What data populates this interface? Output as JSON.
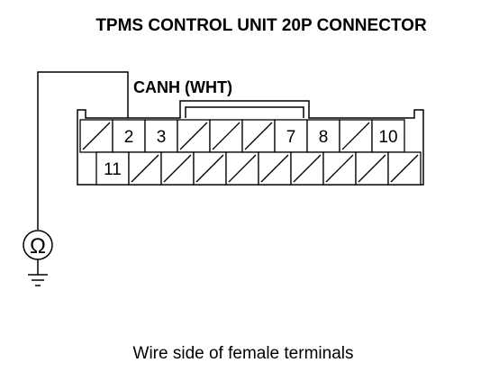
{
  "title": "TPMS CONTROL UNIT 20P CONNECTOR",
  "wire_label": "CANH (WHT)",
  "caption": "Wire side of female terminals",
  "meter_symbol": "Ω",
  "connector": {
    "top_row": [
      {
        "label": "",
        "empty": true
      },
      {
        "label": "2",
        "empty": false
      },
      {
        "label": "3",
        "empty": false
      },
      {
        "label": "",
        "empty": true
      },
      {
        "label": "",
        "empty": true
      },
      {
        "label": "",
        "empty": true
      },
      {
        "label": "7",
        "empty": false
      },
      {
        "label": "8",
        "empty": false
      },
      {
        "label": "",
        "empty": true
      },
      {
        "label": "10",
        "empty": false
      }
    ],
    "bottom_row": [
      {
        "label": "11",
        "empty": false
      },
      {
        "label": "",
        "empty": true
      },
      {
        "label": "",
        "empty": true
      },
      {
        "label": "",
        "empty": true
      },
      {
        "label": "",
        "empty": true
      },
      {
        "label": "",
        "empty": true
      },
      {
        "label": "",
        "empty": true
      },
      {
        "label": "",
        "empty": true
      },
      {
        "label": "",
        "empty": true
      },
      {
        "label": "",
        "empty": true
      }
    ]
  }
}
